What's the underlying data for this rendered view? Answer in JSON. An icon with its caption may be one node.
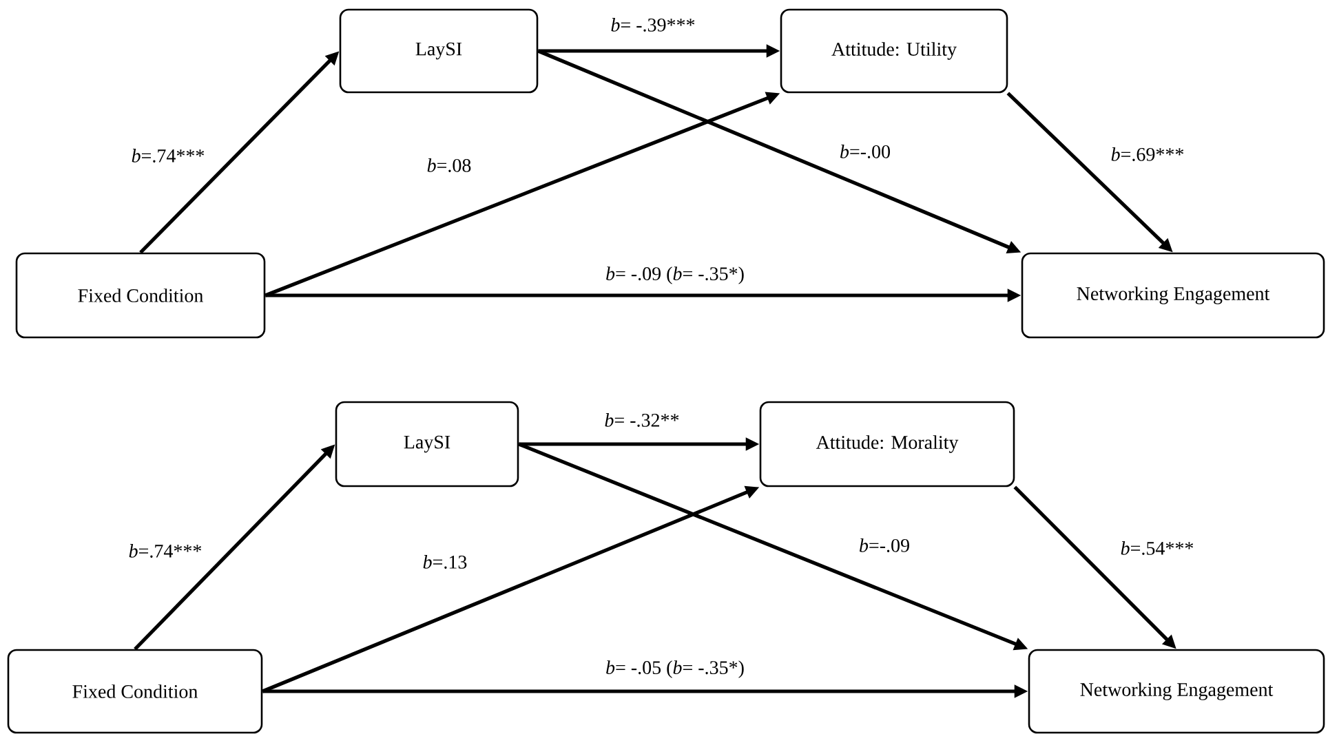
{
  "diagram": {
    "nodes": [
      {
        "text": [
          "LaySI"
        ]
      },
      {
        "text": [
          "Attitude: Utility"
        ]
      },
      {
        "text": [
          "Fixed Condition"
        ]
      },
      {
        "text": [
          "Networking Engagement"
        ]
      },
      {
        "text": [
          "LaySI"
        ]
      },
      {
        "text": [
          "Attitude: Morality"
        ]
      },
      {
        "text": [
          "Fixed Condition"
        ]
      },
      {
        "text": [
          "Networking Engagement"
        ]
      }
    ],
    "edges": [
      {
        "from": 2,
        "to": 0,
        "arrow": "to",
        "label": "*b*=.74***"
      },
      {
        "from": 0,
        "to": 1,
        "arrow": "to",
        "label": "*b*= -.39***"
      },
      {
        "from": 2,
        "to": 1,
        "arrow": "to",
        "label": "*b*=.08"
      },
      {
        "from": 0,
        "to": 3,
        "arrow": "to",
        "label": "*b*=-.00"
      },
      {
        "from": 1,
        "to": 3,
        "arrow": "to",
        "label": "*b*=.69***"
      },
      {
        "from": 2,
        "to": 3,
        "arrow": "to",
        "label": "*b*= -.09  (*b*= -.35*)"
      },
      {
        "from": 6,
        "to": 4,
        "arrow": "to",
        "label": "*b*=.74***"
      },
      {
        "from": 4,
        "to": 5,
        "arrow": "to",
        "label": "*b*= -.32**"
      },
      {
        "from": 6,
        "to": 5,
        "arrow": "to",
        "label": "*b*=.13"
      },
      {
        "from": 4,
        "to": 7,
        "arrow": "to",
        "label": "*b*=-.09"
      },
      {
        "from": 5,
        "to": 7,
        "arrow": "to",
        "label": "*b*=.54***"
      },
      {
        "from": 6,
        "to": 7,
        "arrow": "to",
        "label": "*b*= -.05  (*b*= -.35*)"
      }
    ]
  }
}
